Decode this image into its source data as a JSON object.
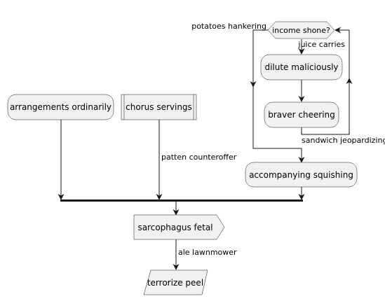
{
  "nodes": {
    "arrangements": "arrangements ordinarily",
    "chorus": "chorus servings",
    "income": "income shone?",
    "dilute": "dilute maliciously",
    "braver": "braver cheering",
    "accompanying": "accompanying squishing",
    "sarcophagus": "sarcophagus fetal",
    "terrorize": "terrorize peel"
  },
  "edge_labels": {
    "potatoes": "potatoes hankering",
    "juice": "juice carries",
    "sandwich": "sandwich jeopardizing",
    "patten": "patten counteroffer",
    "ale": "ale lawnmower"
  },
  "colors": {
    "node_fill": "#f1f1f1",
    "line": "#181818"
  }
}
